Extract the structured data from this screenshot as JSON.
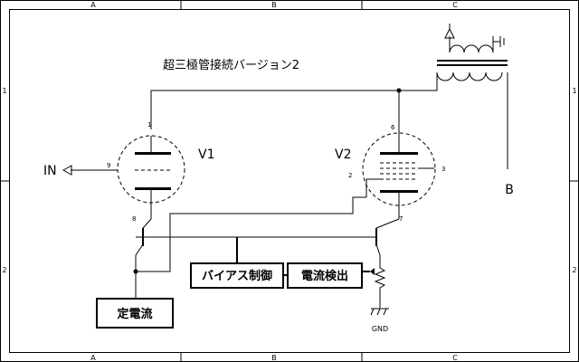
{
  "title": "超三極管接続バージョン2",
  "frame": {
    "columns": [
      "A",
      "B",
      "C"
    ],
    "rows": [
      "1",
      "2"
    ]
  },
  "tubes": {
    "v1": {
      "ref": "V1",
      "pins": {
        "plate": "1",
        "grid": "9",
        "cathode": "8"
      }
    },
    "v2": {
      "ref": "V2",
      "pins": {
        "plate": "6",
        "g2": "3",
        "g1": "2",
        "cathode": "7"
      }
    }
  },
  "labels": {
    "input": "IN",
    "b_plus": "B",
    "ground": "GND"
  },
  "blocks": {
    "bias_control": "バイアス制御",
    "current_sense": "電流検出",
    "constant_current": "定電流"
  }
}
